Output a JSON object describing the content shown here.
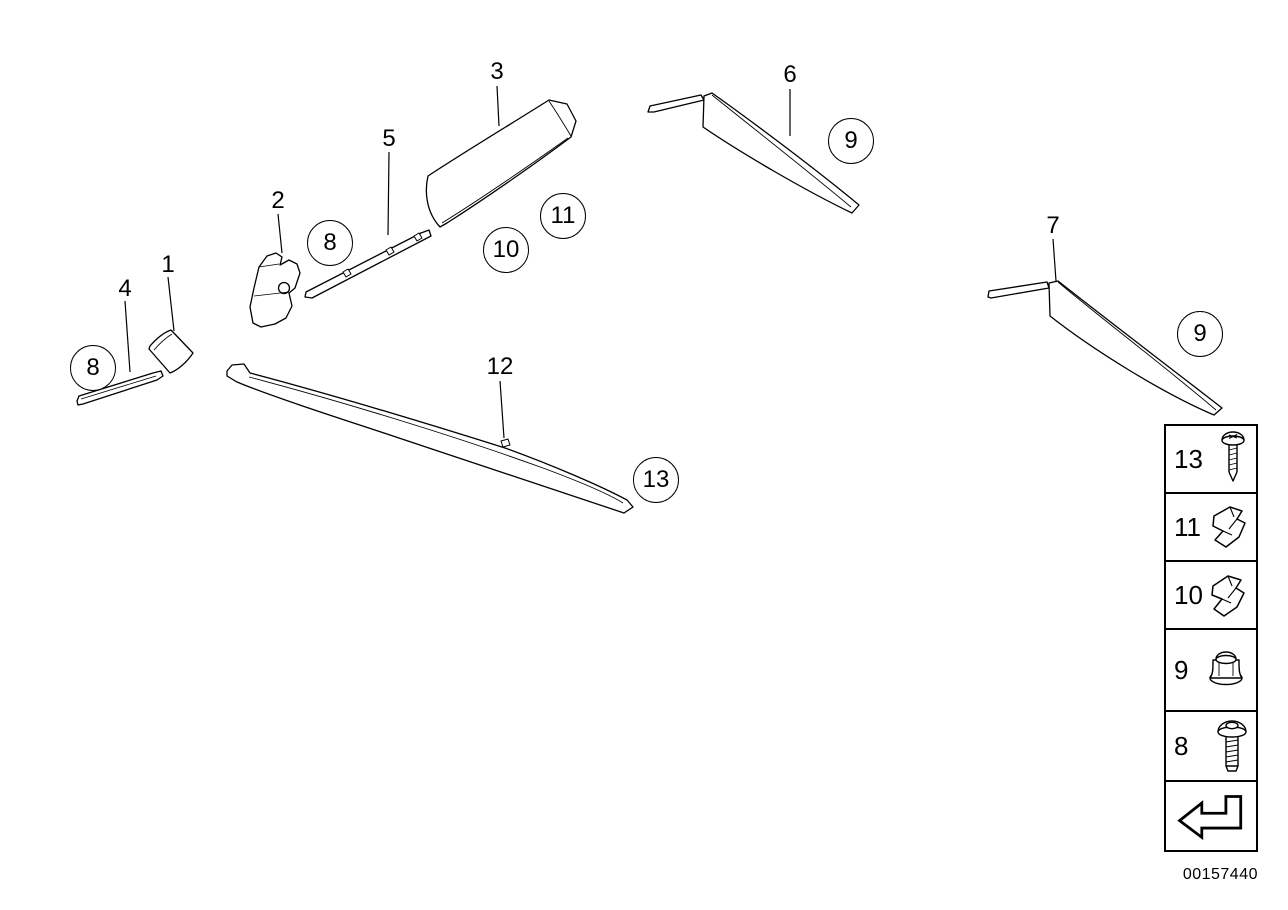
{
  "colors": {
    "background": "#ffffff",
    "line": "#000000"
  },
  "callouts": [
    {
      "label": "1"
    },
    {
      "label": "2"
    },
    {
      "label": "3"
    },
    {
      "label": "4"
    },
    {
      "label": "5"
    },
    {
      "label": "6"
    },
    {
      "label": "7"
    },
    {
      "label": "12"
    }
  ],
  "balloons": [
    {
      "label": "8"
    },
    {
      "label": "8"
    },
    {
      "label": "9"
    },
    {
      "label": "9"
    },
    {
      "label": "10"
    },
    {
      "label": "11"
    },
    {
      "label": "13"
    }
  ],
  "legend": {
    "rows": [
      {
        "label": "13",
        "icon": "screw-icon"
      },
      {
        "label": "11",
        "icon": "clip-icon"
      },
      {
        "label": "10",
        "icon": "clip-icon"
      },
      {
        "label": "9",
        "icon": "lock-nut-icon"
      },
      {
        "label": "8",
        "icon": "torx-screw-icon"
      }
    ]
  },
  "footer": {
    "part_number": "00157440"
  }
}
